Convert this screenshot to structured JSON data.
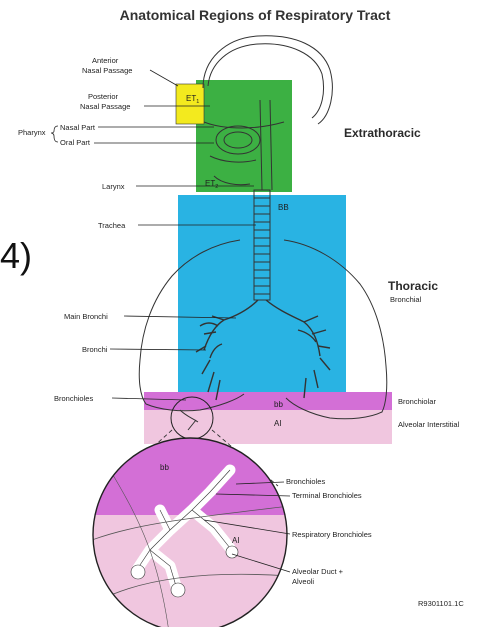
{
  "title": "Anatomical Regions of Respiratory Tract",
  "fragment": "4)",
  "labels": {
    "anterior_nasal_1": "Anterior",
    "anterior_nasal_2": "Nasal Passage",
    "posterior_nasal_1": "Posterior",
    "posterior_nasal_2": "Nasal Passage",
    "pharynx": "Pharynx",
    "nasal_part": "Nasal Part",
    "oral_part": "Oral Part",
    "larynx": "Larynx",
    "trachea": "Trachea",
    "main_bronchi": "Main Bronchi",
    "bronchi": "Bronchi",
    "bronchioles": "Bronchioles",
    "inset_bronchioles": "Bronchioles",
    "terminal_bronchioles": "Terminal Bronchioles",
    "respiratory_bronchioles": "Respiratory Bronchioles",
    "alveolar_duct_1": "Alveolar Duct +",
    "alveolar_duct_2": "Alveoli",
    "code": "R9301101.1C"
  },
  "regions": {
    "et1": "ET",
    "et1_sub": "1",
    "et2": "ET",
    "et2_sub": "2",
    "bb_upper": "BB",
    "bb_lower": "bb",
    "ai": "AI",
    "inset_bb": "bb",
    "inset_ai": "AI"
  },
  "region_headers": {
    "extrathoracic": "Extrathoracic",
    "thoracic": "Thoracic",
    "bronchial": "Bronchial",
    "bronchiolar": "Bronchiolar",
    "alveolar_interstitial": "Alveolar Interstitial"
  },
  "colors": {
    "extrathoracic": "#3cb043",
    "anterior_nasal": "#f3ea1e",
    "thoracic": "#29b3e3",
    "bronchiolar": "#d36fd6",
    "alveolar_interstitial": "#f0c6df"
  }
}
